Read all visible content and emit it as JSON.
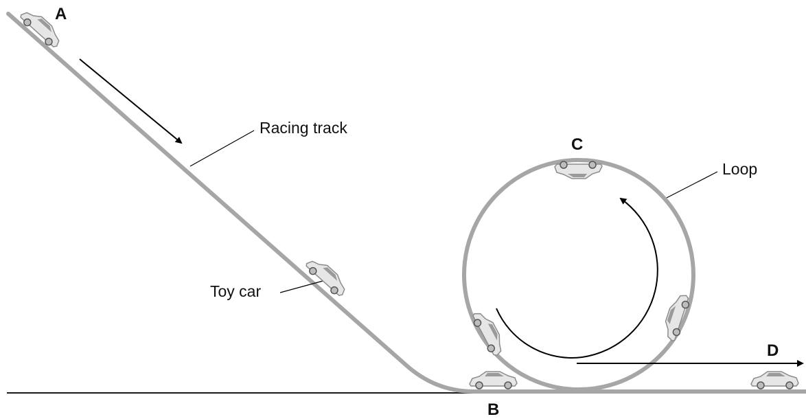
{
  "points": {
    "a": "A",
    "b": "B",
    "c": "C",
    "d": "D"
  },
  "labels": {
    "racing_track": "Racing track",
    "loop": "Loop",
    "toy_car": "Toy car"
  },
  "colors": {
    "track": "#a6a6a6",
    "ground": "#1a1a1a",
    "arrow": "#000000",
    "car_body": "#e6e6e6",
    "car_outline": "#8c8c8c",
    "wheel": "#9a9a9a",
    "text": "#111111"
  }
}
